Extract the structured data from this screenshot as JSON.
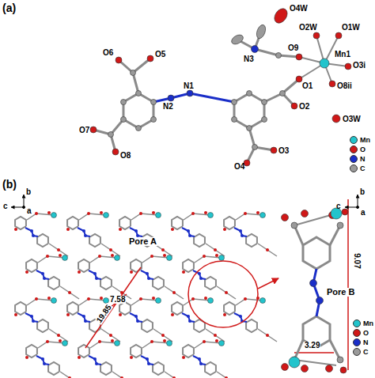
{
  "diagram": {
    "labels": [
      "(a)",
      "O4W",
      "O2W",
      "O1W",
      "N3",
      "O9",
      "Mn1",
      "O3i",
      "O8ii",
      "O1",
      "O2",
      "O5",
      "O6",
      "N1",
      "N2",
      "O3W",
      "O7",
      "O8",
      "O4",
      "O3",
      "(b)",
      "b",
      "c",
      "a",
      "Pore A",
      "7.58",
      "19.85",
      "b",
      "c",
      "a",
      "Pore B",
      "9.07",
      "3.29"
    ],
    "legend": [
      {
        "text": "Mn",
        "color": "#22c4cc"
      },
      {
        "text": "O",
        "color": "#d01818"
      },
      {
        "text": "N",
        "color": "#1a2ec8"
      },
      {
        "text": "C",
        "color": "#9a9a9a"
      },
      {
        "text": "Mn",
        "color": "#22c4cc"
      },
      {
        "text": "O",
        "color": "#d01818"
      },
      {
        "text": "N",
        "color": "#1a2ec8"
      },
      {
        "text": "C",
        "color": "#9a9a9a"
      }
    ]
  }
}
